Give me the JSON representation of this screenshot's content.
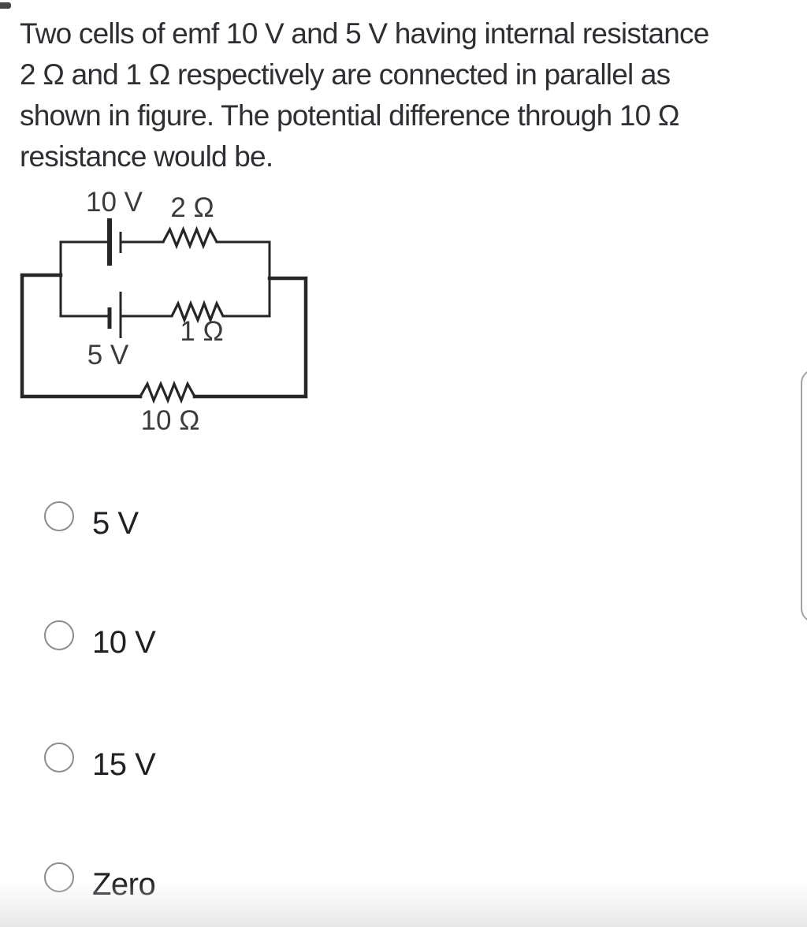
{
  "question": {
    "lines": [
      "Two cells of emf 10 V and 5 V having internal resistance",
      "2 Ω and 1 Ω respectively are connected in parallel as",
      "shown in figure. The potential difference through 10 Ω",
      "resistance would be."
    ]
  },
  "circuit": {
    "labels": {
      "top_cell": "10 V",
      "top_resistor": "2 Ω",
      "middle_resistor": "1 Ω",
      "middle_cell": "5 V",
      "bottom_resistor": "10 Ω"
    }
  },
  "options": [
    {
      "label": "5 V",
      "selected": false
    },
    {
      "label": "10 V",
      "selected": false
    },
    {
      "label": "15 V",
      "selected": false
    },
    {
      "label": "Zero",
      "selected": false
    }
  ],
  "colors": {
    "background": "#ffffff",
    "question_text": "#2d2f33",
    "option_text": "#202124",
    "radio_border": "#8b8b8b",
    "circuit_stroke": "#262626",
    "circuit_label": "#3b3b3b",
    "scroll_indicator_border": "#9fa3a8"
  }
}
